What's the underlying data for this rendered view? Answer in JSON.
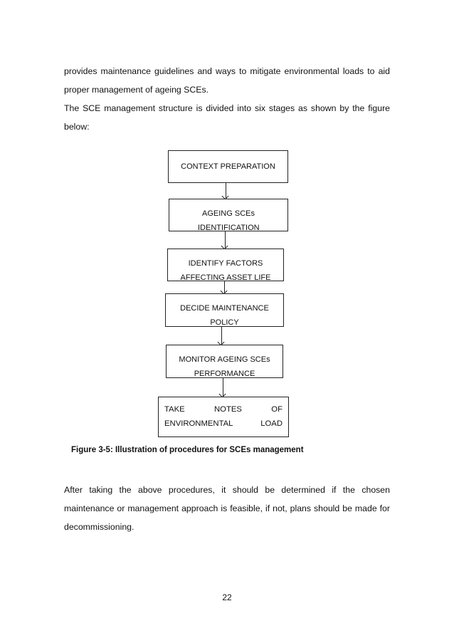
{
  "paragraphs": [
    "provides maintenance guidelines and ways to mitigate environmental loads to aid proper management of ageing SCEs.",
    "The SCE management structure is divided into six stages as shown by the figure below:",
    "After taking the above procedures, it should be determined if the chosen maintenance or management approach is feasible, if not, plans should be made for decommissioning."
  ],
  "flowchart": {
    "steps": [
      "CONTEXT PREPARATION",
      "AGEING SCEs IDENTIFICATION",
      "IDENTIFY FACTORS AFFECTING ASSET LIFE",
      "DECIDE MAINTENANCE POLICY",
      "MONITOR AGEING SCEs PERFORMANCE",
      "TAKE NOTES OF ENVIRONMENTAL LOAD"
    ],
    "last_step_words": [
      "TAKE",
      "NOTES",
      "OF",
      "ENVIRONMENTAL",
      "LOAD"
    ]
  },
  "caption": "Figure 3-5: Illustration of procedures for SCEs management",
  "page_number": "22"
}
